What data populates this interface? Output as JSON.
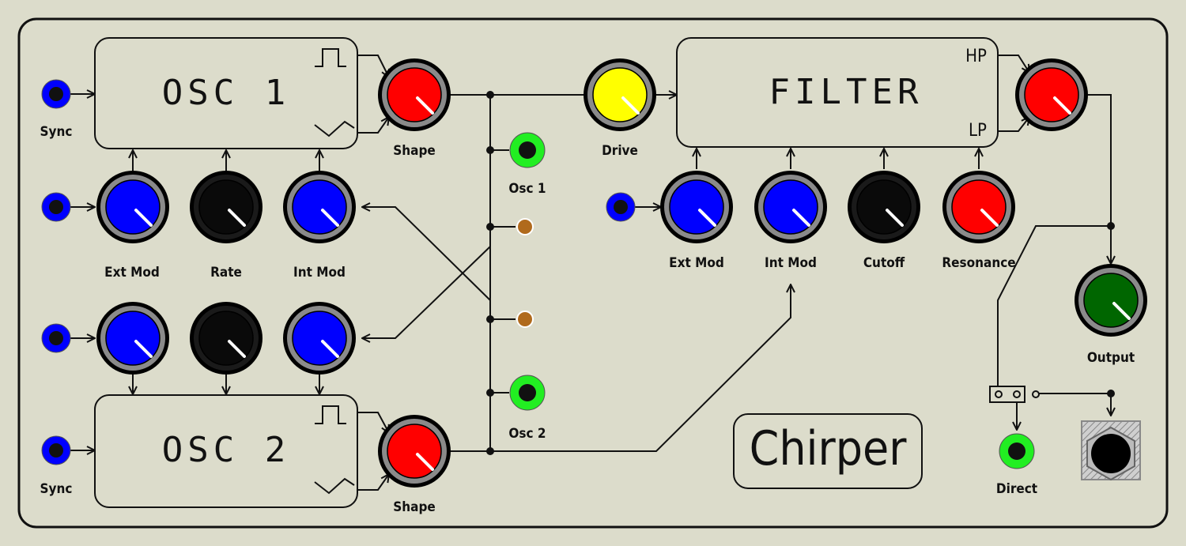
{
  "modules": {
    "osc1": {
      "title": "OSC 1"
    },
    "osc2": {
      "title": "OSC 2"
    },
    "filter": {
      "title": "FILTER",
      "hp_label": "HP",
      "lp_label": "LP"
    }
  },
  "labels": {
    "sync_1": "Sync",
    "sync_2": "Sync",
    "shape_1": "Shape",
    "shape_2": "Shape",
    "ext_mod": "Ext Mod",
    "rate": "Rate",
    "int_mod": "Int Mod",
    "osc1_out": "Osc 1",
    "osc2_out": "Osc 2",
    "drive": "Drive",
    "filter_ext_mod": "Ext Mod",
    "filter_int_mod": "Int Mod",
    "cutoff": "Cutoff",
    "resonance": "Resonance",
    "output": "Output",
    "direct": "Direct"
  },
  "brand": "Chirper",
  "colors": {
    "panel": "#dcdccb",
    "knob_blue": "#0000ff",
    "knob_red": "#ff0000",
    "knob_yellow": "#ffff00",
    "knob_black": "#0a0a0a",
    "knob_green": "#006600",
    "jack_green": "#22ee22"
  }
}
